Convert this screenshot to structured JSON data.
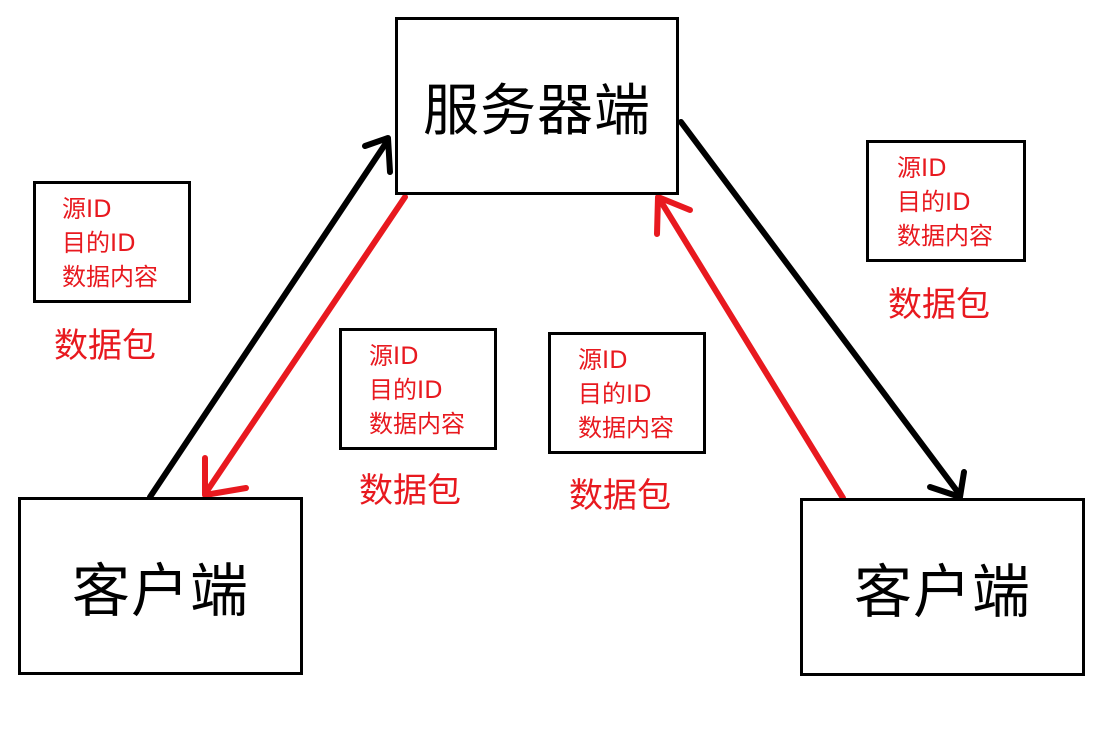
{
  "nodes": {
    "server": "服务器端",
    "client_left": "客户端",
    "client_right": "客户端"
  },
  "packets": [
    {
      "src": "源ID",
      "dst": "目的ID",
      "content": "数据内容",
      "label": "数据包"
    },
    {
      "src": "源ID",
      "dst": "目的ID",
      "content": "数据内容",
      "label": "数据包"
    },
    {
      "src": "源ID",
      "dst": "目的ID",
      "content": "数据内容",
      "label": "数据包"
    },
    {
      "src": "源ID",
      "dst": "目的ID",
      "content": "数据内容",
      "label": "数据包"
    }
  ],
  "colors": {
    "request_arrow": "#000000",
    "response_arrow": "#e8191f",
    "packet_text": "#e8191f"
  }
}
